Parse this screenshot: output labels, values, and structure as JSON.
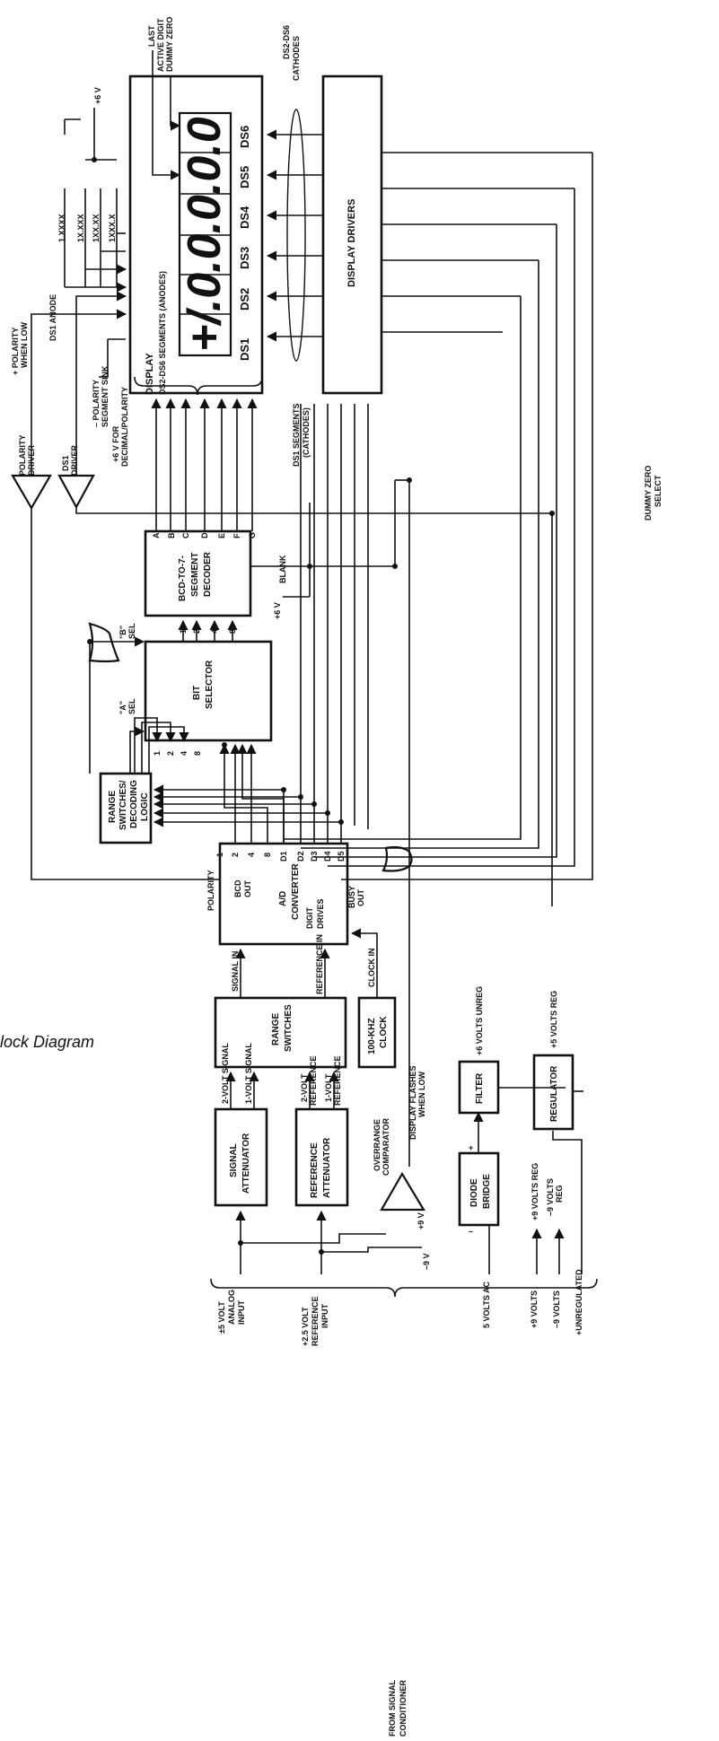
{
  "caption": "lock Diagram",
  "blocks": {
    "display": "DISPLAY",
    "display_drivers": "DISPLAY DRIVERS",
    "bcd_decoder": [
      "BCD-TO-7-",
      "SEGMENT",
      "DECODER"
    ],
    "bit_selector": [
      "BIT",
      "SELECTOR"
    ],
    "range_logic": [
      "RANGE",
      "SWITCHES/",
      "DECODING",
      "LOGIC"
    ],
    "ad_converter": [
      "A/D",
      "CONVERTER"
    ],
    "range_switches": [
      "RANGE",
      "SWITCHES"
    ],
    "clock": [
      "100-KHZ",
      "CLOCK"
    ],
    "signal_attenuator": [
      "SIGNAL",
      "ATTENUATOR"
    ],
    "reference_attenuator": [
      "REFERENCE",
      "ATTENUATOR"
    ],
    "diode_bridge": [
      "DIODE",
      "BRIDGE"
    ],
    "filter": "FILTER",
    "regulator": "REGULATOR"
  },
  "display_panel": {
    "segments_label": "DS2-DS6 SEGMENTS (ANODES)",
    "digits": [
      "DS1",
      "DS2",
      "DS3",
      "DS4",
      "DS5",
      "DS6"
    ],
    "readout": "+/.0.0.0.0.0",
    "ds1_cathodes": [
      "DS1 SEGMENTS",
      "(CATHODES)"
    ],
    "ds2_ds6_cathodes": [
      "DS2-DS6",
      "CATHODES"
    ],
    "last_active_digit": "LAST",
    "active_digit": "ACTIVE DIGIT",
    "dummy_zero": "DUMMY ZERO"
  },
  "decimal_select": {
    "plus6v": "+6 V",
    "options": [
      "1.XXXX",
      "1X.XXX",
      "1XX.XX",
      "1XXX.X"
    ],
    "ds1_anode": "DS1 ANODE",
    "polarity_sink": [
      "– POLARITY",
      "SEGMENT SINK"
    ],
    "decimal_polarity": [
      "+6 V FOR",
      "DECIMAL/POLARITY"
    ]
  },
  "drivers": {
    "polarity_driver": [
      "POLARITY",
      "DRIVER"
    ],
    "ds1_driver": [
      "DS1",
      "DRIVER"
    ],
    "plus_polarity": [
      "+ POLARITY",
      "WHEN LOW"
    ],
    "dummy_zero_select": [
      "DUMMY ZERO",
      "SELECT"
    ]
  },
  "decoder_io": {
    "segments": [
      "A",
      "B",
      "C",
      "D",
      "E",
      "F",
      "G"
    ],
    "inputs": [
      "1",
      "2",
      "4",
      "8"
    ],
    "blank": "BLANK",
    "plus6v": "+6 V"
  },
  "selector_io": {
    "a_sel": "\"A\"",
    "b_sel": "\"B\"",
    "sel": "SEL",
    "inputs": [
      "1",
      "2",
      "4",
      "8"
    ]
  },
  "converter_io": {
    "polarity": "POLARITY",
    "bcd_out": [
      "BCD",
      "OUT"
    ],
    "bcd_bits": [
      "1",
      "2",
      "4",
      "8"
    ],
    "digit_drives": [
      "DIGIT",
      "DRIVES"
    ],
    "digit_lines": [
      "D1",
      "D2",
      "D3",
      "D4",
      "D5"
    ],
    "busy_out": [
      "BUSY",
      "OUT"
    ],
    "signal_in": "SIGNAL IN",
    "reference_in": "REFERENCE IN",
    "clock_in": "CLOCK IN"
  },
  "input_section": {
    "two_volt_signal": "2-VOLT SIGNAL",
    "one_volt_signal": "1-VOLT SIGNAL",
    "two_volt_ref": [
      "2-VOLT",
      "REFERENCE"
    ],
    "one_volt_ref": [
      "1-VOLT",
      "REFERENCE"
    ],
    "analog_input": [
      "±5 VOLT",
      "ANALOG",
      "INPUT"
    ],
    "reference_input": [
      "+2.5 VOLT",
      "REFERENCE",
      "INPUT"
    ],
    "overrange": [
      "OVERRANGE",
      "COMPARATOR"
    ],
    "display_flashes": [
      "DISPLAY FLASHES",
      "WHEN LOW"
    ],
    "plus9v": "+9 V",
    "minus9v": "–9 V"
  },
  "power": {
    "ac": "5 VOLTS AC",
    "plus9": "+9 VOLTS",
    "minus9": "–9 VOLTS",
    "unregulated": "+UNREGULATED",
    "unreg_out": "+6 VOLTS UNREG",
    "plus9_reg": "+9 VOLTS REG",
    "minus9_reg": [
      "–9 VOLTS",
      "REG"
    ],
    "plus5_reg": "+5 VOLTS REG",
    "plus": "+",
    "minus": "–"
  },
  "source": [
    "FROM SIGNAL",
    "CONDITIONER"
  ]
}
